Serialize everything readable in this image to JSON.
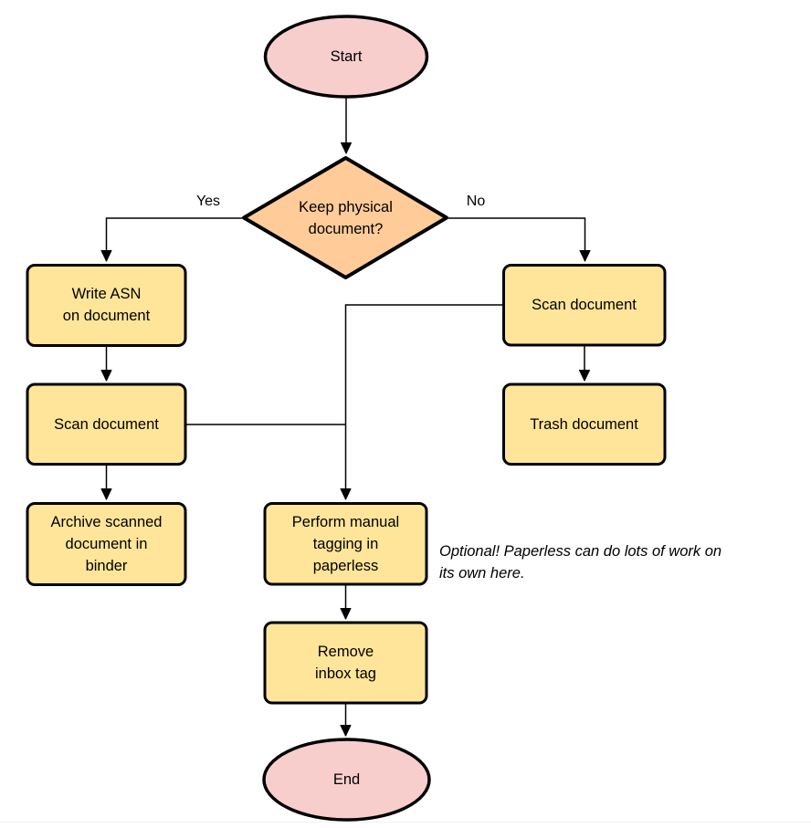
{
  "colors": {
    "terminator_fill": "#f8cecc",
    "decision_fill": "#ffcc99",
    "process_fill": "#ffe59a",
    "stroke": "#000000",
    "connector": "#000000",
    "page_edge_line": "#eef1f5"
  },
  "nodes": {
    "start": {
      "type": "terminator",
      "label": "Start"
    },
    "decision": {
      "type": "decision",
      "lines": [
        "Keep physical",
        "document?"
      ]
    },
    "write_asn": {
      "type": "process",
      "lines": [
        "Write ASN",
        "on document"
      ]
    },
    "scan_left": {
      "type": "process",
      "label": "Scan document"
    },
    "archive": {
      "type": "process",
      "lines": [
        "Archive scanned",
        "document in",
        "binder"
      ]
    },
    "scan_right": {
      "type": "process",
      "label": "Scan document"
    },
    "trash": {
      "type": "process",
      "label": "Trash document"
    },
    "tagging": {
      "type": "process",
      "lines": [
        "Perform manual",
        "tagging in",
        "paperless"
      ]
    },
    "remove_inbox": {
      "type": "process",
      "lines": [
        "Remove",
        "inbox tag"
      ]
    },
    "end": {
      "type": "terminator",
      "label": "End"
    }
  },
  "edges": {
    "yes_label": "Yes",
    "no_label": "No"
  },
  "annotation": {
    "lines": [
      "Optional! Paperless can do lots of work on",
      "its own here."
    ]
  }
}
